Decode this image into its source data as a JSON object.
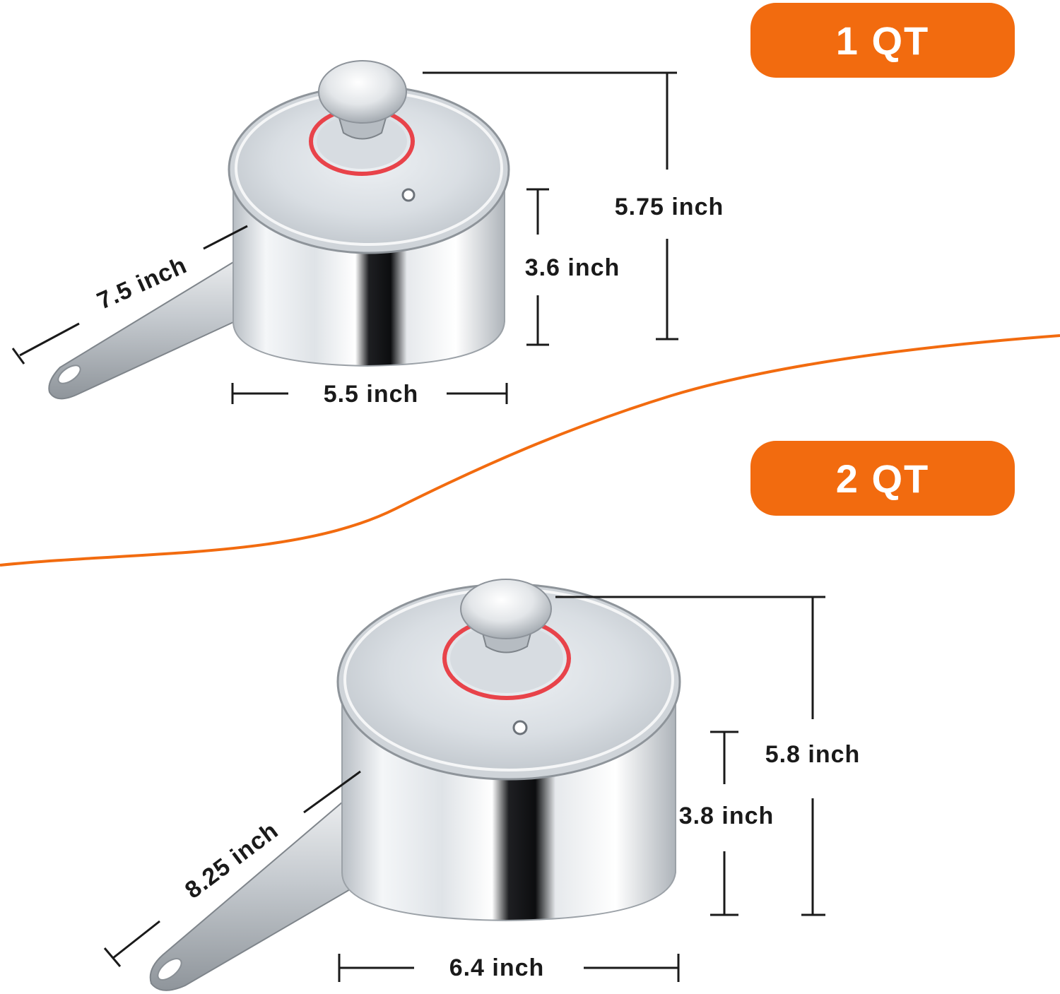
{
  "badges": {
    "small": "1 QT",
    "large": "2 QT"
  },
  "pan_1qt": {
    "total_height": "5.75 inch",
    "body_height": "3.6 inch",
    "diameter": "5.5 inch",
    "handle_length": "7.5 inch"
  },
  "pan_2qt": {
    "total_height": "5.8 inch",
    "body_height": "3.8 inch",
    "diameter": "6.4 inch",
    "handle_length": "8.25 inch"
  },
  "colors": {
    "accent": "#f26b0f",
    "dimension_line": "#1a1a1a",
    "lid_seal": "#e8434a",
    "steel": "#c9ced3"
  }
}
